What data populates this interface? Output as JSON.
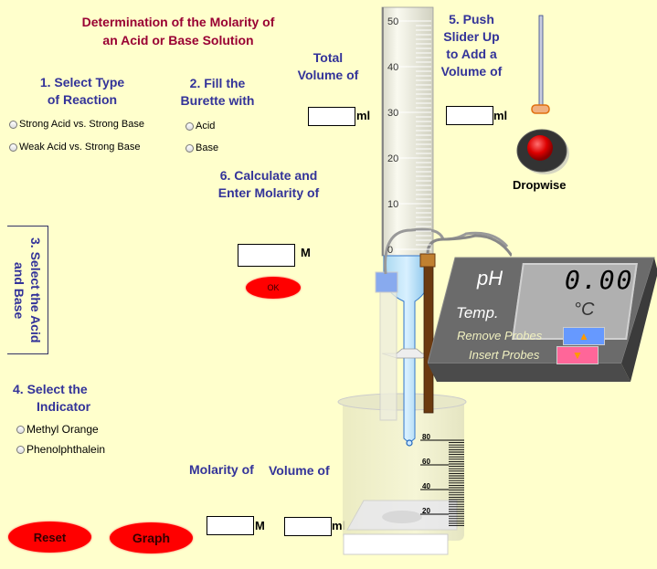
{
  "title": {
    "line1": "Determination of the Molarity of",
    "line2": "an Acid or Base Solution"
  },
  "step1": {
    "line1": "1. Select Type",
    "line2": "of Reaction",
    "options": [
      "Strong Acid vs. Strong Base",
      "Weak Acid vs. Strong Base"
    ]
  },
  "step2": {
    "line1": "2. Fill the",
    "line2": "Burette with",
    "options": [
      "Acid",
      "Base"
    ]
  },
  "total_volume": {
    "line1": "Total",
    "line2": "Volume of",
    "value": "",
    "unit": "ml"
  },
  "step3": {
    "line1": "3. Select the Acid",
    "line2": "and Base"
  },
  "step4": {
    "line1": "4. Select the",
    "line2": "Indicator",
    "options": [
      "Methyl Orange",
      "Phenolphthalein"
    ]
  },
  "step5": {
    "line1": "5. Push",
    "line2": "Slider Up",
    "line3": "to Add a",
    "line4": "Volume of",
    "value": "",
    "unit": "ml",
    "dropwise_label": "Dropwise"
  },
  "step6": {
    "line1": "6. Calculate and",
    "line2": "Enter Molarity of",
    "value": "",
    "unit": "M",
    "ok_label": "OK"
  },
  "bottom": {
    "molarity_label": "Molarity of",
    "volume_label": "Volume of",
    "molarity_value": "",
    "molarity_unit": "M",
    "volume_value": "",
    "volume_unit": "ml"
  },
  "buttons": {
    "reset": "Reset",
    "graph": "Graph"
  },
  "burette": {
    "ticks": [
      "50",
      "40",
      "30",
      "20",
      "10",
      "0"
    ]
  },
  "beaker": {
    "ticks": [
      "80",
      "60",
      "40",
      "20"
    ]
  },
  "meter": {
    "ph_label": "pH",
    "ph_value": "0.00",
    "temp_label": "Temp.",
    "temp_unit": "°C",
    "remove_label": "Remove Probes",
    "insert_label": "Insert Probes"
  },
  "colors": {
    "background": "#ffffcc",
    "title": "#990033",
    "heading": "#333399",
    "button_red": "#ff0000"
  }
}
